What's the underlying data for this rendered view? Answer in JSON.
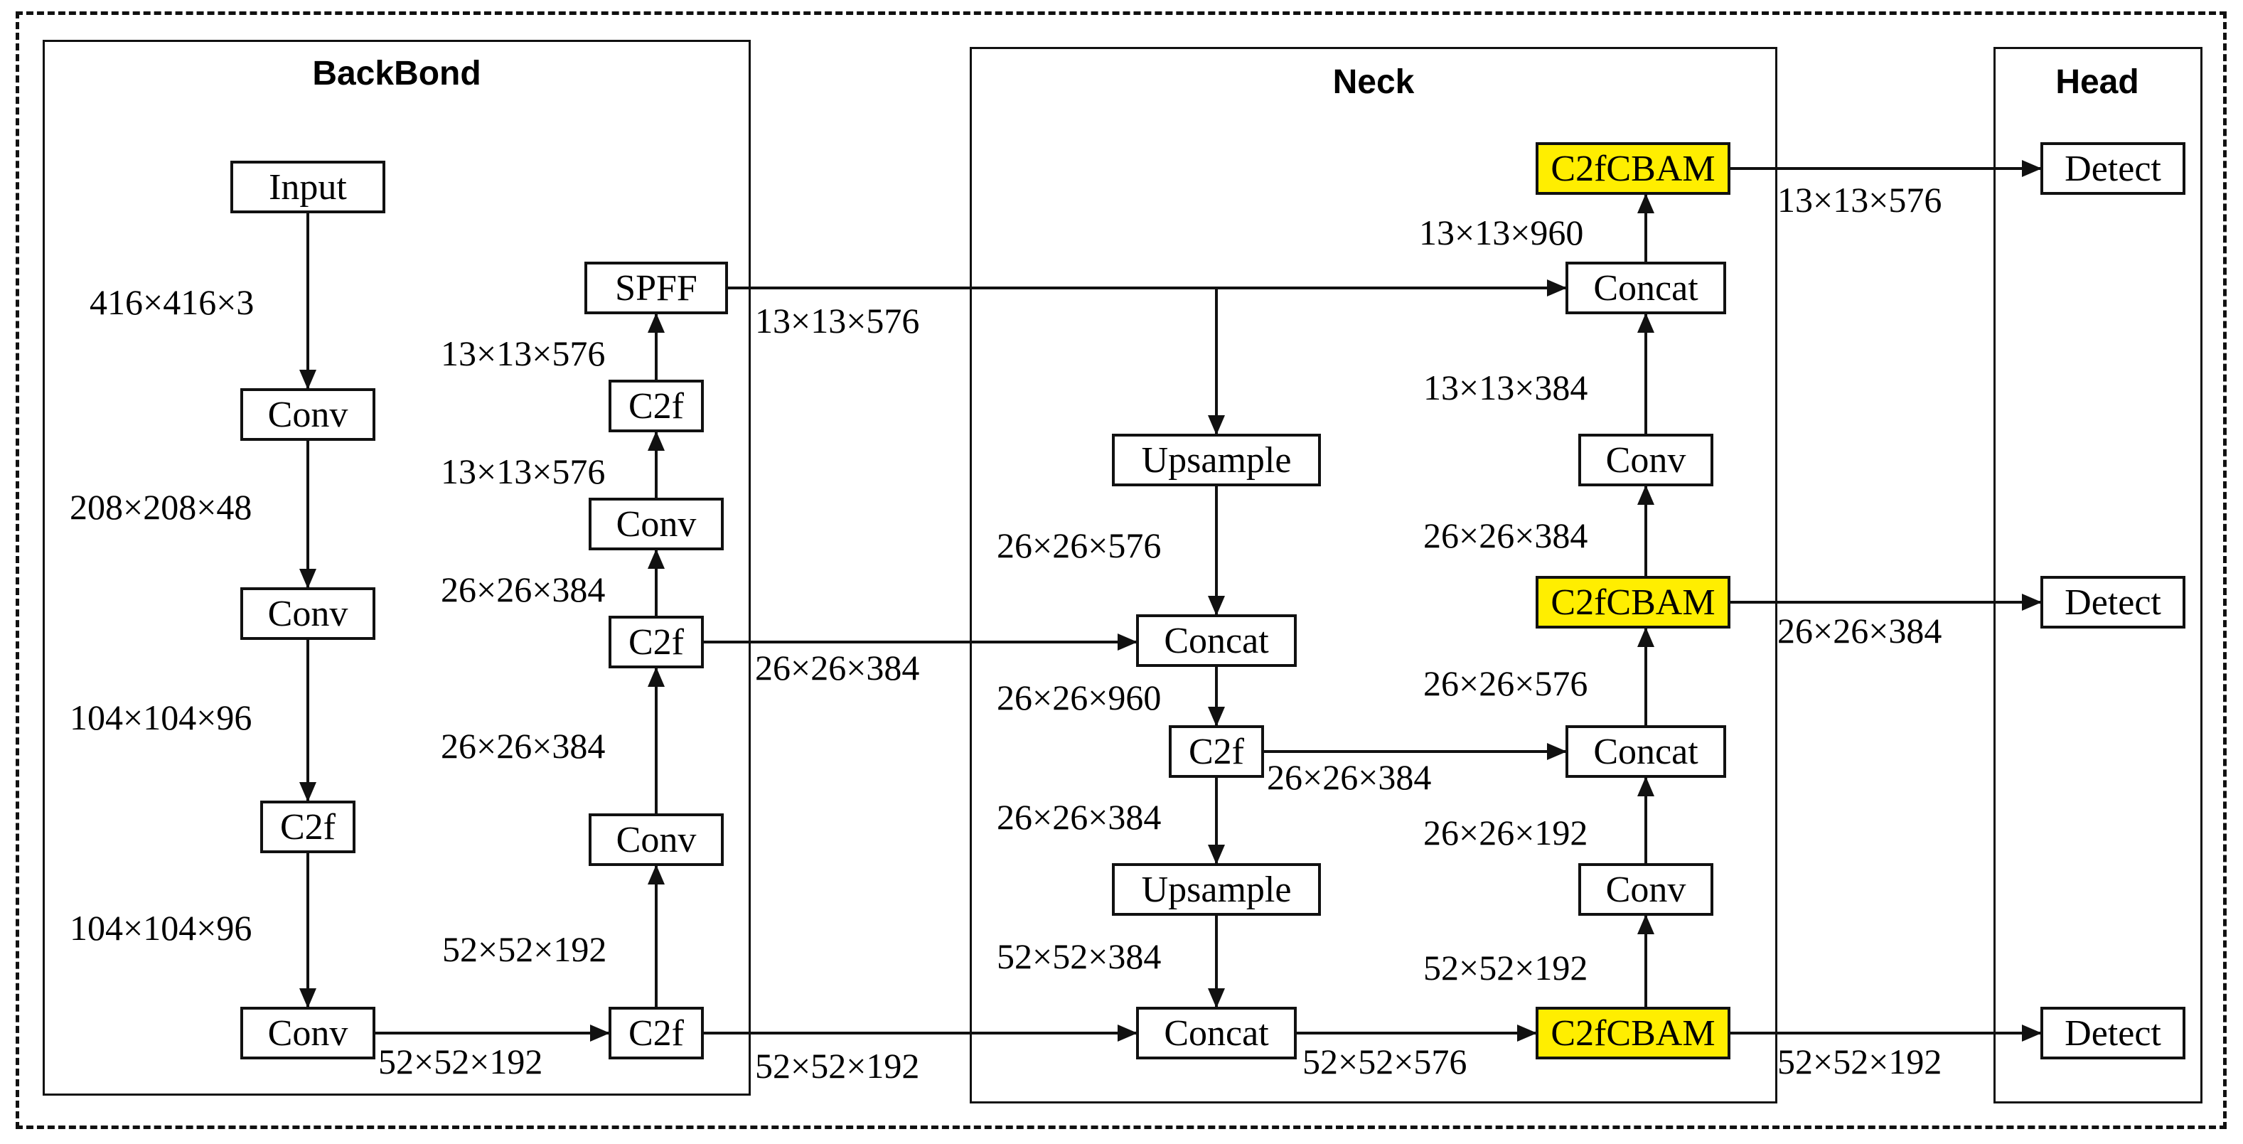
{
  "sections": {
    "backbone": "BackBond",
    "neck": "Neck",
    "head": "Head"
  },
  "colors": {
    "highlight": "#ffee00",
    "stroke": "#111111"
  },
  "nodes": {
    "input": "Input",
    "bb_conv1": "Conv",
    "bb_conv2": "Conv",
    "bb_c2f1": "C2f",
    "bb_conv3": "Conv",
    "bb_c2f2": "C2f",
    "bb_conv4": "Conv",
    "bb_c2f3": "C2f",
    "bb_conv5": "Conv",
    "bb_c2f4": "C2f",
    "spff": "SPFF",
    "nk_upsample1": "Upsample",
    "nk_concat1": "Concat",
    "nk_c2f": "C2f",
    "nk_upsample2": "Upsample",
    "nk_concat2": "Concat",
    "nk_c2fcbam_small": "C2fCBAM",
    "nk_conv_a": "Conv",
    "nk_concat3": "Concat",
    "nk_c2fcbam_mid": "C2fCBAM",
    "nk_conv_b": "Conv",
    "nk_concat4": "Concat",
    "nk_c2fcbam_large": "C2fCBAM",
    "detect_top": "Detect",
    "detect_mid": "Detect",
    "detect_bot": "Detect"
  },
  "dims": {
    "d_input_conv1": "416×416×3",
    "d_conv1_conv2": "208×208×48",
    "d_conv2_c2f1": "104×104×96",
    "d_c2f1_conv3": "104×104×96",
    "d_conv3_c2f2": "52×52×192",
    "d_c2f2_conv4": "52×52×192",
    "d_conv4_c2f3": "26×26×384",
    "d_c2f3_conv5": "26×26×384",
    "d_conv5_c2f4": "13×13×576",
    "d_c2f4_spff": "13×13×576",
    "d_spff_neck": "13×13×576",
    "d_c2f3_neck": "26×26×384",
    "d_c2f2_neck": "52×52×192",
    "d_up1_concat1": "26×26×576",
    "d_concat1_c2f": "26×26×960",
    "d_c2f_up2": "26×26×384",
    "d_c2f_concat3": "26×26×384",
    "d_up2_concat2": "52×52×384",
    "d_concat2_cbam": "52×52×576",
    "d_cbam_conv_b": "52×52×192",
    "d_conv_b_concat3": "26×26×192",
    "d_concat3_cbam": "26×26×576",
    "d_cbam_conv_a": "26×26×384",
    "d_conv_a_concat4": "13×13×384",
    "d_concat4_cbam": "13×13×960",
    "d_head_top": "13×13×576",
    "d_head_mid": "26×26×384",
    "d_head_bot": "52×52×192"
  }
}
